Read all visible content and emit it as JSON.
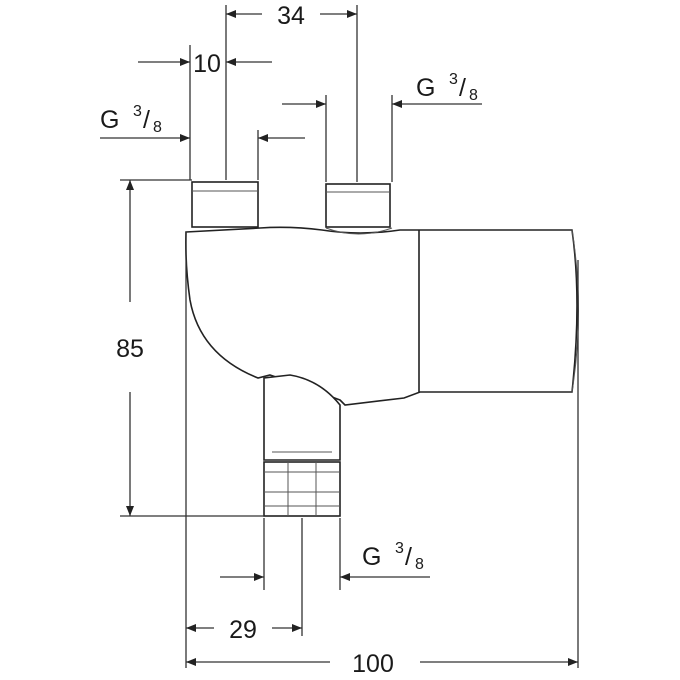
{
  "dimensions": {
    "top_spacing": "34",
    "top_offset": "10",
    "height": "85",
    "bottom_offset": "29",
    "total_width": "100"
  },
  "threads": [
    {
      "base": "G",
      "num": "3",
      "sep": "/",
      "den": "8"
    },
    {
      "base": "G",
      "num": "3",
      "sep": "/",
      "den": "8"
    },
    {
      "base": "G",
      "num": "3",
      "sep": "/",
      "den": "8"
    }
  ]
}
